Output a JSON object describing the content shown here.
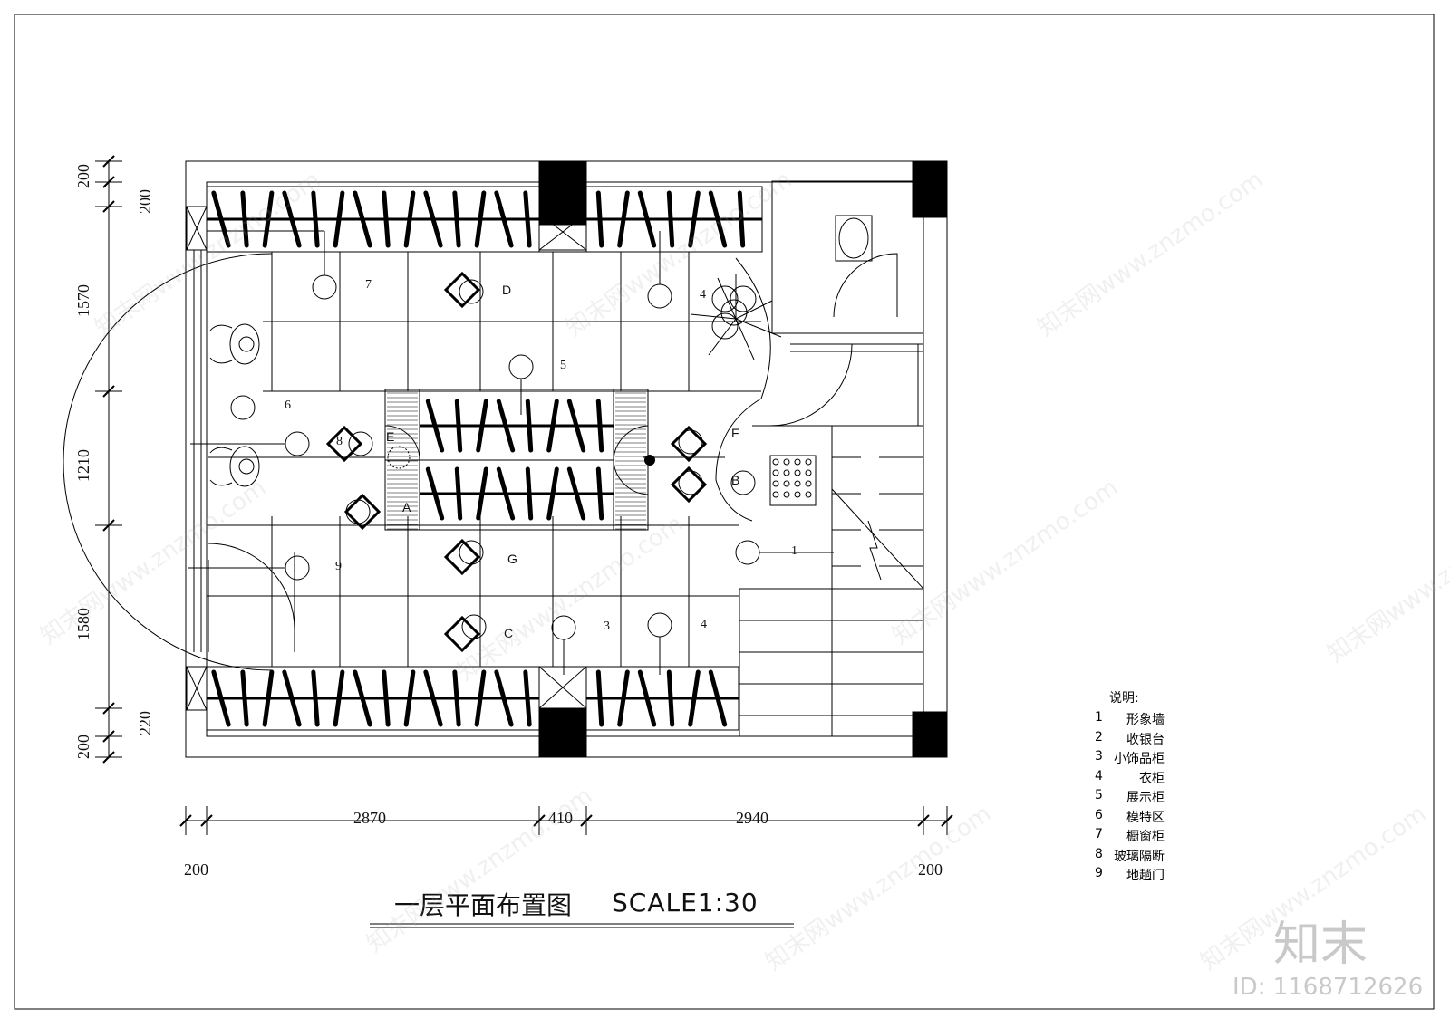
{
  "plan_title": "一层平面布置图",
  "scale_text": "SCALE1:30",
  "dimensions_horizontal": [
    "200",
    "2870",
    "410",
    "2940",
    "200"
  ],
  "dimensions_vertical": [
    "200",
    "200",
    "1570",
    "1210",
    "1580",
    "220",
    "200"
  ],
  "room_numbers": [
    "7",
    "5",
    "4",
    "6",
    "8",
    "1",
    "9",
    "3",
    "4"
  ],
  "room_letters": [
    "D",
    "E",
    "F",
    "B",
    "A",
    "G",
    "C"
  ],
  "legend": {
    "heading": "说明:",
    "items": [
      {
        "num": "1",
        "text": "形象墙"
      },
      {
        "num": "2",
        "text": "收银台"
      },
      {
        "num": "3",
        "text": "小饰品柜"
      },
      {
        "num": "4",
        "text": "衣柜"
      },
      {
        "num": "5",
        "text": "展示柜"
      },
      {
        "num": "6",
        "text": "模特区"
      },
      {
        "num": "7",
        "text": "橱窗柜"
      },
      {
        "num": "8",
        "text": "玻璃隔断"
      },
      {
        "num": "9",
        "text": "地趟门"
      }
    ]
  },
  "watermark_text": "知末网www.znzmo.com",
  "brand_logo": "知末",
  "brand_id": "ID: 1168712626",
  "colors": {
    "line": "#000000",
    "watermark": "#aaaaaa",
    "brand": "#c9c9c9"
  }
}
